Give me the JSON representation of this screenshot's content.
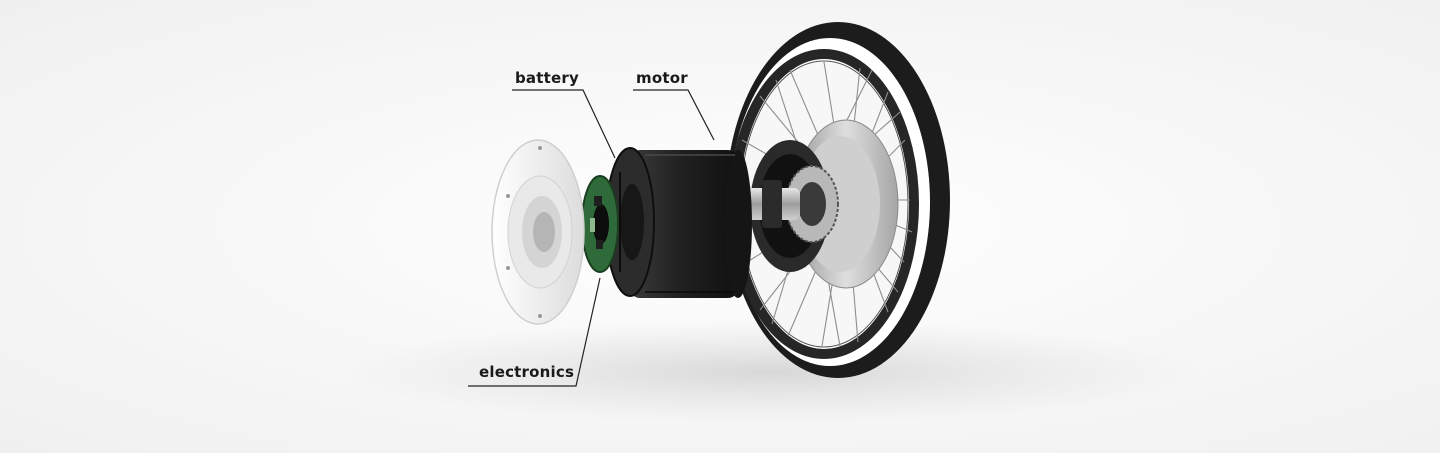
{
  "callouts": {
    "battery": "battery",
    "motor": "motor",
    "electronics": "electronics"
  },
  "colors": {
    "background": "#f4f4f4",
    "label_text": "#1a1a1a",
    "leader_line": "#222222",
    "tire": "#1c1c1c",
    "sidewall": "#ffffff",
    "hub_housing": "#c9c9c9",
    "battery_body": "#1e1e1e",
    "circuit_board": "#2f6b3a",
    "end_cap": "#f2f2f2"
  }
}
